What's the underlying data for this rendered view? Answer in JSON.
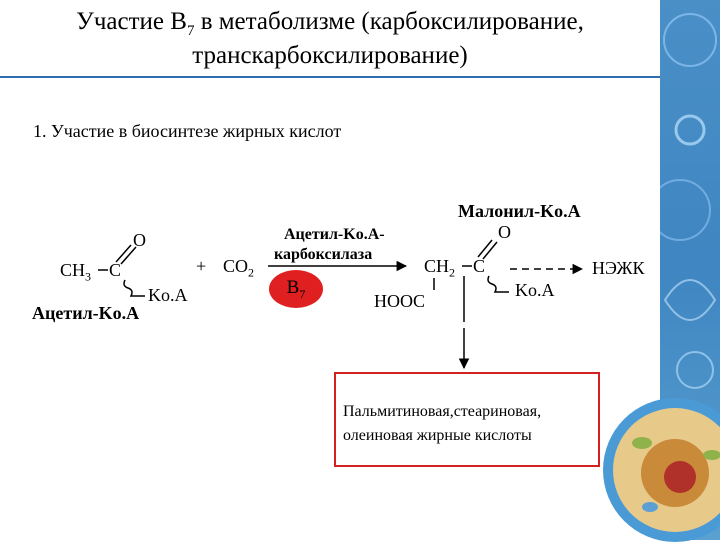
{
  "slide": {
    "title": {
      "line1_prefix": "Участие В",
      "line1_sub": "7",
      "line1_suffix": " в метаболизме (карбоксилирование,",
      "line2": "транскарбоксилирование)"
    },
    "subtitle": "1. Участие в биосинтезе жирных кислот"
  },
  "scheme": {
    "acetyl": {
      "o": "O",
      "ch": "CH",
      "ch_sub": "3",
      "c": "C",
      "koa": "Ko.A",
      "name": "Ацетил-Ko.A"
    },
    "plus_co2": {
      "plus": "+",
      "co": "CO",
      "co_sub": "2"
    },
    "enzyme": {
      "line1": "Ацетил-Ko.A-",
      "line2": "карбоксилаза",
      "cofactor": "B",
      "cofactor_sub": "7",
      "cofactor_color": "#e02020"
    },
    "malonyl": {
      "name": "Малонил-Ko.A",
      "o": "O",
      "ch": "CH",
      "ch_sub": "2",
      "c": "C",
      "koa": "Ko.A",
      "hooc": "HOOC"
    },
    "nezhk": "НЭЖК",
    "result": {
      "line1": "Пальмитиновая,стеариновая,",
      "line2": "олеиновая жирные кислоты",
      "border_color": "#d32020"
    }
  },
  "colors": {
    "accent": "#2e6db0",
    "red": "#d32020"
  }
}
